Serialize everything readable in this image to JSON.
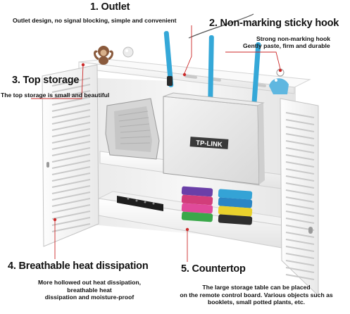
{
  "callouts": {
    "outlet": {
      "title": "1. Outlet",
      "desc": "Outlet design, no signal blocking, simple and convenient"
    },
    "hook": {
      "title": "2. Non-marking sticky hook",
      "desc_1": "Strong non-marking hook",
      "desc_2": "Gently paste, firm and durable"
    },
    "top_storage": {
      "title": "3. Top storage",
      "desc": "The top storage is small and beautiful"
    },
    "heat": {
      "title": "4. Breathable heat dissipation",
      "desc_1": "More hollowed out heat dissipation,",
      "desc_2": "breathable heat",
      "desc_3": "dissipation and moisture-proof"
    },
    "countertop": {
      "title": "5. Countertop",
      "desc_1": "The large storage table can be placed",
      "desc_2": "on the remote control board. Various objects such as",
      "desc_3": "booklets, small potted plants, etc."
    }
  },
  "router_brand": "TP-LINK",
  "colors": {
    "shelf": "#f6f6f6",
    "shelf_edge": "#d6d6d6",
    "antenna": "#35a8d8",
    "leader_line": "#cc2a2a",
    "text": "#111111"
  }
}
